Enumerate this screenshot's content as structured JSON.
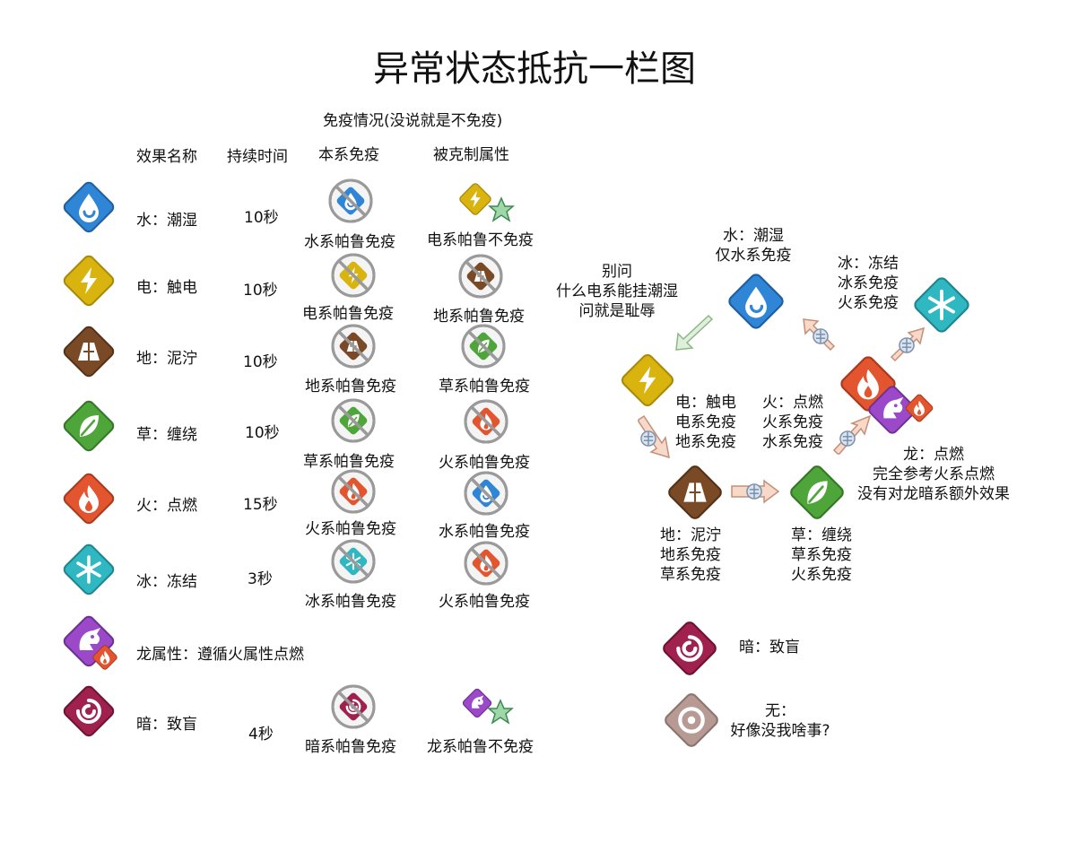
{
  "title": "异常状态抵抗一栏图",
  "immunity_header": "免疫情况(没说就是不免疫)",
  "headers": {
    "effect": "效果名称",
    "duration": "持续时间",
    "self_immune": "本系免疫",
    "countered": "被克制属性"
  },
  "rows": [
    {
      "icon": "water-icon",
      "effect": "水：潮湿",
      "duration": "10秒",
      "self": "水系帕鲁免疫",
      "counter": "电系帕鲁不免疫"
    },
    {
      "icon": "electric-icon",
      "effect": "电：触电",
      "duration": "10秒",
      "self": "电系帕鲁免疫",
      "counter": "地系帕鲁免疫"
    },
    {
      "icon": "ground-icon",
      "effect": "地：泥泞",
      "duration": "10秒",
      "self": "地系帕鲁免疫",
      "counter": "草系帕鲁免疫"
    },
    {
      "icon": "grass-icon",
      "effect": "草：缠绕",
      "duration": "10秒",
      "self": "草系帕鲁免疫",
      "counter": "火系帕鲁免疫"
    },
    {
      "icon": "fire-icon",
      "effect": "火：点燃",
      "duration": "15秒",
      "self": "火系帕鲁免疫",
      "counter": "水系帕鲁免疫"
    },
    {
      "icon": "ice-icon",
      "effect": "冰：冻结",
      "duration": "3秒",
      "self": "冰系帕鲁免疫",
      "counter": "火系帕鲁免疫"
    },
    {
      "icon": "dragon-icon",
      "effect": "龙属性：遵循火属性点燃"
    },
    {
      "icon": "dark-icon",
      "effect": "暗：致盲",
      "duration": "4秒",
      "self": "暗系帕鲁免疫",
      "counter": "龙系帕鲁不免疫"
    }
  ],
  "diagram": {
    "joke": [
      "别问",
      "什么电系能挂潮湿",
      "问就是耻辱"
    ],
    "water": [
      "水：潮湿",
      "仅水系免疫"
    ],
    "ice": [
      "冰：冻结",
      "冰系免疫",
      "火系免疫"
    ],
    "electric": [
      "电：触电",
      "电系免疫",
      "地系免疫"
    ],
    "fire": [
      "火：点燃",
      "火系免疫",
      "水系免疫"
    ],
    "dragon": [
      "龙：点燃",
      "完全参考火系点燃",
      "没有对龙暗系额外效果"
    ],
    "ground": [
      "地：泥泞",
      "地系免疫",
      "草系免疫"
    ],
    "grass": [
      "草：缠绕",
      "草系免疫",
      "火系免疫"
    ],
    "dark": "暗：致盲",
    "neutral": [
      "无：",
      "好像没我啥事?"
    ]
  },
  "colors": {
    "water": "#2f86d6",
    "electric": "#d9b40f",
    "ground": "#7a4a26",
    "grass": "#4ea63a",
    "fire": "#e2552f",
    "ice": "#2fb7c2",
    "dragon": "#9b48c9",
    "dark": "#a0204e",
    "neutral": "#b79a94"
  }
}
